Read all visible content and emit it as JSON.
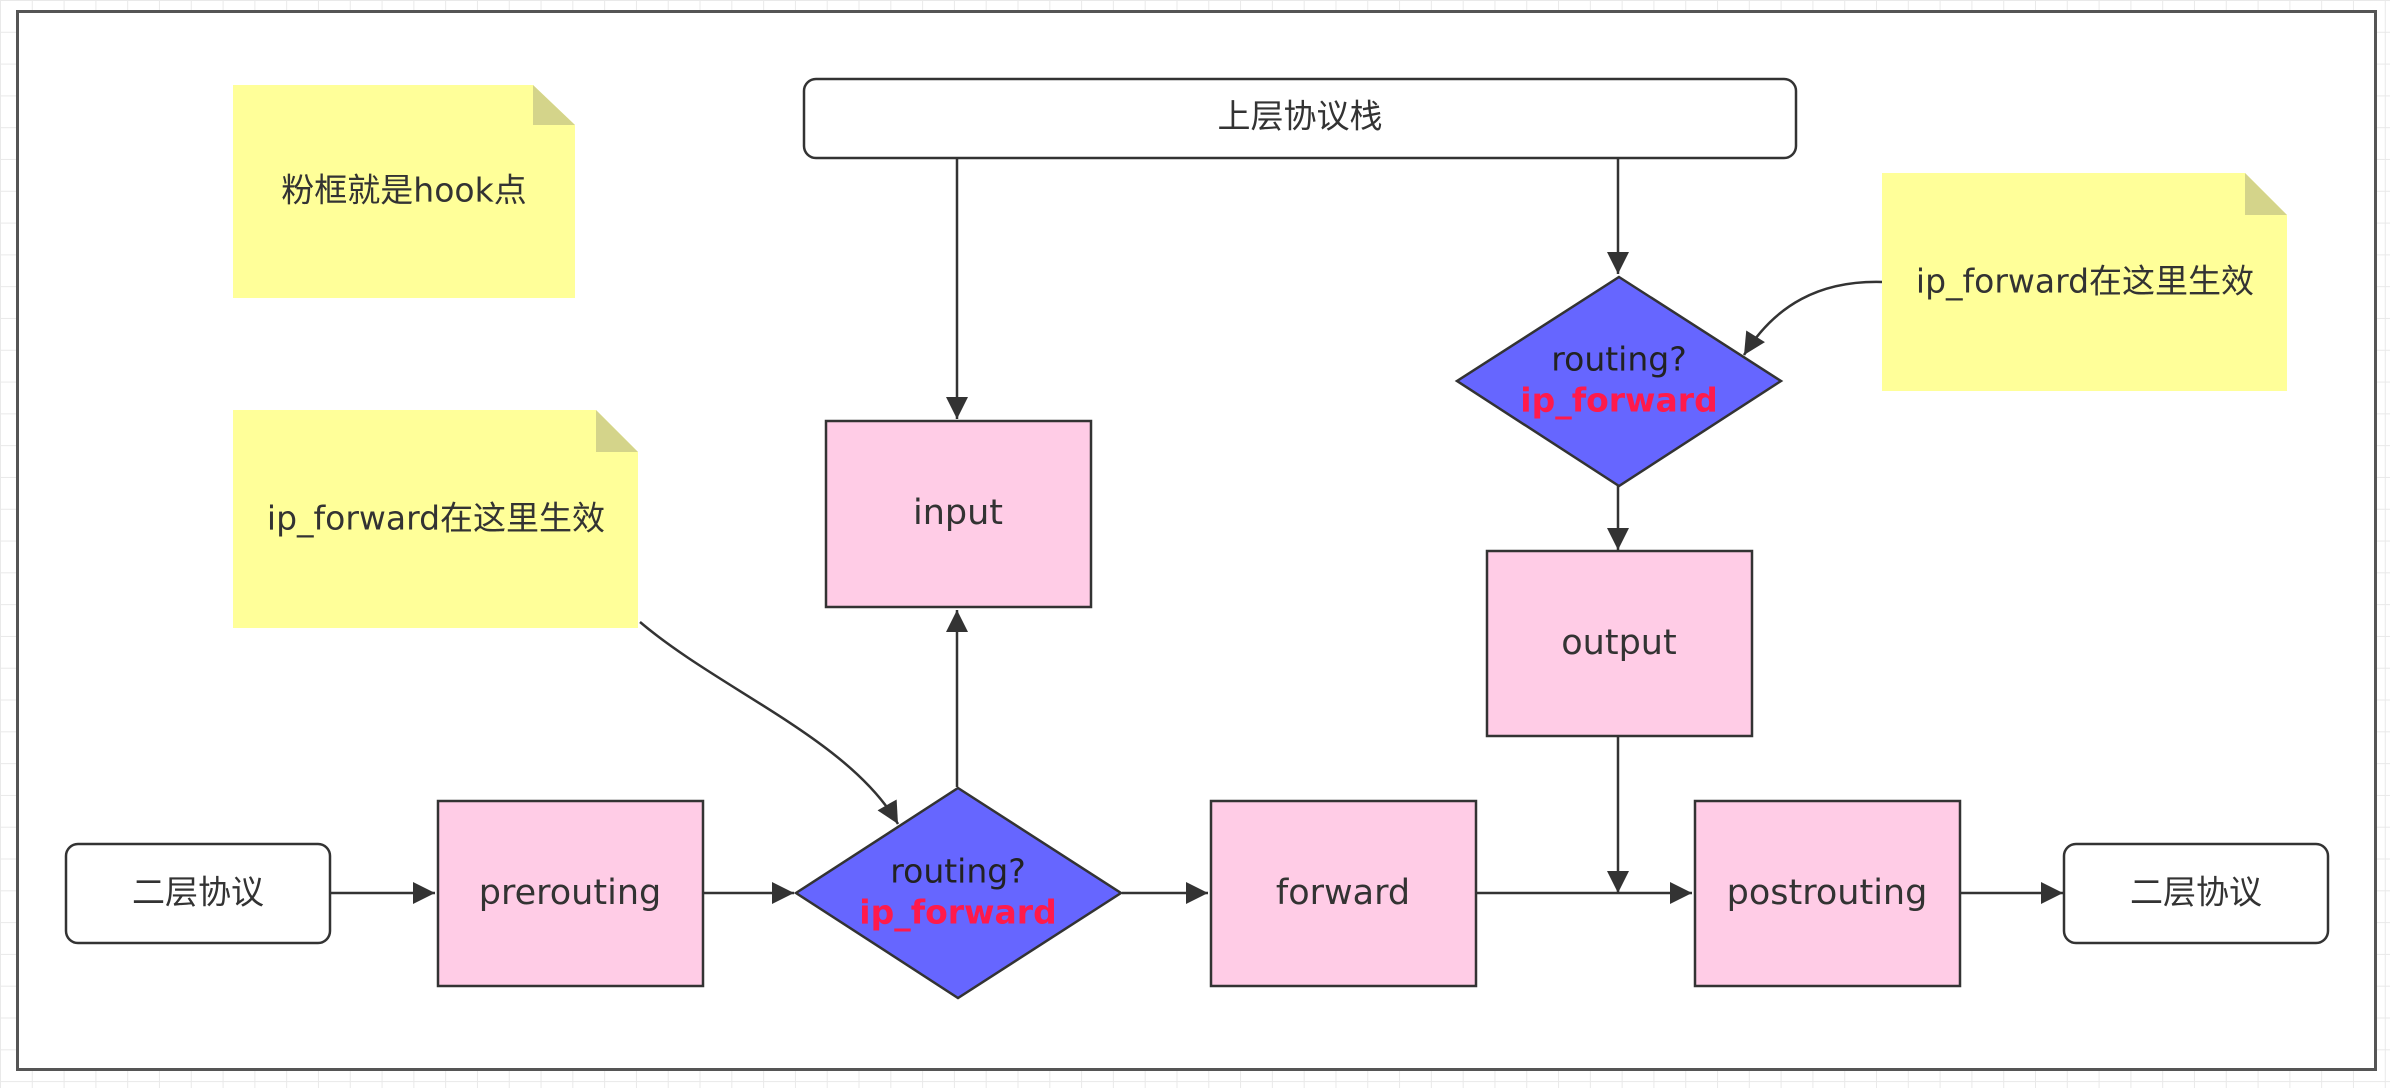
{
  "nodes": {
    "upper_stack": "上层协议栈",
    "l2_left": "二层协议",
    "l2_right": "二层协议",
    "prerouting": "prerouting",
    "input": "input",
    "forward": "forward",
    "output": "output",
    "postrouting": "postrouting",
    "routing_left": {
      "line1": "routing?",
      "line2": "ip_forward"
    },
    "routing_right": {
      "line1": "routing?",
      "line2": "ip_forward"
    }
  },
  "notes": {
    "hook_legend": "粉框就是hook点",
    "ip_forward_left": "ip_forward在这里生效",
    "ip_forward_right": "ip_forward在这里生效"
  },
  "colors": {
    "hook_fill": "#ffcce6",
    "decision_fill": "#6666ff",
    "note_fill": "#ffff99",
    "note_fold": "#d4d48a",
    "highlight_text": "#ff1a4b",
    "stroke": "#333333"
  }
}
